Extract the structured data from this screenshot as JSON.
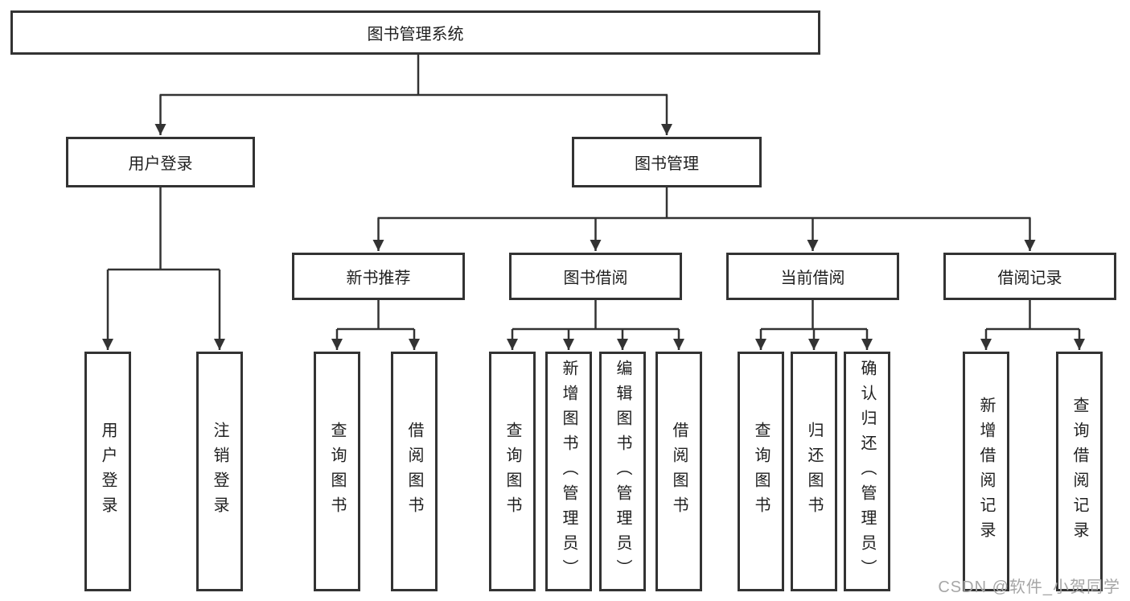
{
  "diagram": {
    "title": "图书管理系统",
    "root": "图书管理系统",
    "level2": [
      "用户登录",
      "图书管理"
    ],
    "level3": [
      "新书推荐",
      "图书借阅",
      "当前借阅",
      "借阅记录"
    ],
    "leaves": {
      "login": [
        "用户登录",
        "注销登录"
      ],
      "recommend": [
        "查询图书",
        "借阅图书"
      ],
      "borrow": [
        "查询图书",
        "新增图书（管理员）",
        "编辑图书（管理员）",
        "借阅图书"
      ],
      "current": [
        "查询图书",
        "归还图书",
        "确认归还（管理员）"
      ],
      "records": [
        "新增借阅记录",
        "查询借阅记录"
      ]
    }
  },
  "watermark": "CSDN @软件_小贺同学",
  "colors": {
    "line": "#333333",
    "border": "#333333",
    "text": "#1f1f1f",
    "watermark": "#a6a6a6",
    "background": "#ffffff"
  }
}
